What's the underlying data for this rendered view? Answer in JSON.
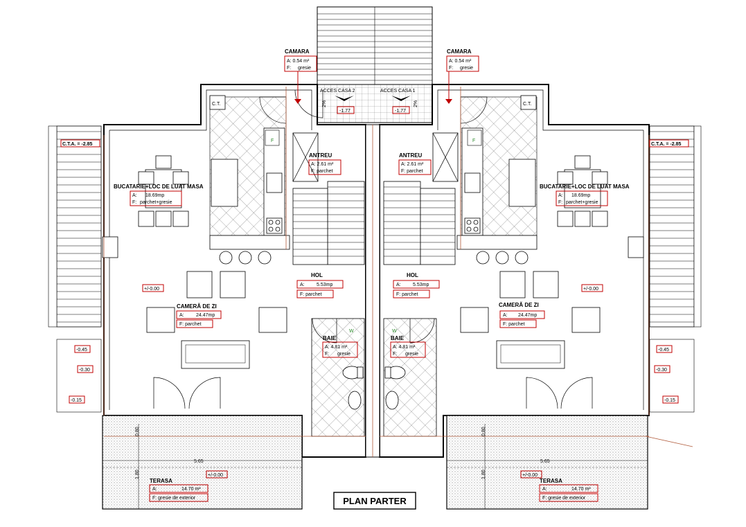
{
  "title": "PLAN PARTER",
  "entrances": {
    "left": "ACCES CASA 2",
    "right": "ACCES CASA 1",
    "level": "-1.77",
    "slope": "2%"
  },
  "storage": {
    "name": "CAMARA",
    "area": "A: 0.54 m²",
    "finish_prefix": "F:",
    "finish": "gresie"
  },
  "hall_entry": {
    "name": "ANTREU",
    "area": "A: 2.61 m²",
    "finish": "F: parchet"
  },
  "kitchen": {
    "name": "BUCATARIE+LOC DE LUAT MASA",
    "area_prefix": "A:",
    "area": "18.69mp",
    "finish_prefix": "F:",
    "finish": "parchet+gresie"
  },
  "hol": {
    "name": "HOL",
    "area_prefix": "A:",
    "area": "5.53mp",
    "finish": "F: parchet"
  },
  "living": {
    "name": "CAMERĂ DE ZI",
    "area_prefix": "A:",
    "area": "24.47mp",
    "finish": "F: parchet"
  },
  "bath": {
    "name": "BAIE",
    "area": "A: 4.81 m²",
    "finish_prefix": "F:",
    "finish": "gresie"
  },
  "terrace": {
    "name": "TERASA",
    "area_prefix": "A:",
    "area": "14.70 m²",
    "finish": "F: gresie de exterior",
    "width_dim": "5.65",
    "dim_a": "0.80",
    "dim_b": "1.80"
  },
  "levels": {
    "cta": "C.T.A. = -2.85",
    "floor": "+/-0.00",
    "l1": "-0.45",
    "l2": "-0.30",
    "l3": "-0.15"
  },
  "symbols": {
    "ct": "C.T.",
    "fridge": "F",
    "wm": "W"
  }
}
